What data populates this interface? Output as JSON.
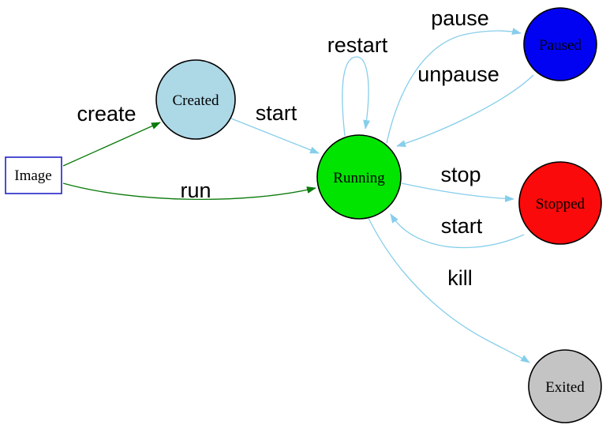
{
  "colors": {
    "background": "#FFFFFF",
    "edge_blue": "#87CEEB",
    "edge_green": "#0A7A0A",
    "label_text": "#000000",
    "node_outline": "#000000",
    "image_box_outline": "#2222C8"
  },
  "nodes": [
    {
      "id": "image",
      "label": "Image",
      "shape": "box",
      "fill": "#FFFFFF",
      "outline": "#2222C8"
    },
    {
      "id": "created",
      "label": "Created",
      "shape": "circle",
      "fill": "#ADD8E6",
      "outline": "#000000"
    },
    {
      "id": "running",
      "label": "Running",
      "shape": "circle",
      "fill": "#00E400",
      "outline": "#000000"
    },
    {
      "id": "paused",
      "label": "Paused",
      "shape": "circle",
      "fill": "#0202F2",
      "outline": "#000000"
    },
    {
      "id": "stopped",
      "label": "Stopped",
      "shape": "circle",
      "fill": "#FA0A0A",
      "outline": "#000000"
    },
    {
      "id": "exited",
      "label": "Exited",
      "shape": "circle",
      "fill": "#C4C4C4",
      "outline": "#000000"
    }
  ],
  "edges": [
    {
      "from": "image",
      "to": "created",
      "label": "create",
      "color": "#0A7A0A"
    },
    {
      "from": "image",
      "to": "running",
      "label": "run",
      "color": "#0A7A0A"
    },
    {
      "from": "created",
      "to": "running",
      "label": "start",
      "color": "#87CEEB"
    },
    {
      "from": "running",
      "to": "running",
      "label": "restart",
      "color": "#87CEEB"
    },
    {
      "from": "running",
      "to": "paused",
      "label": "pause",
      "color": "#87CEEB"
    },
    {
      "from": "paused",
      "to": "running",
      "label": "unpause",
      "color": "#87CEEB"
    },
    {
      "from": "running",
      "to": "stopped",
      "label": "stop",
      "color": "#87CEEB"
    },
    {
      "from": "stopped",
      "to": "running",
      "label": "start",
      "color": "#87CEEB"
    },
    {
      "from": "running",
      "to": "exited",
      "label": "kill",
      "color": "#87CEEB"
    }
  ]
}
